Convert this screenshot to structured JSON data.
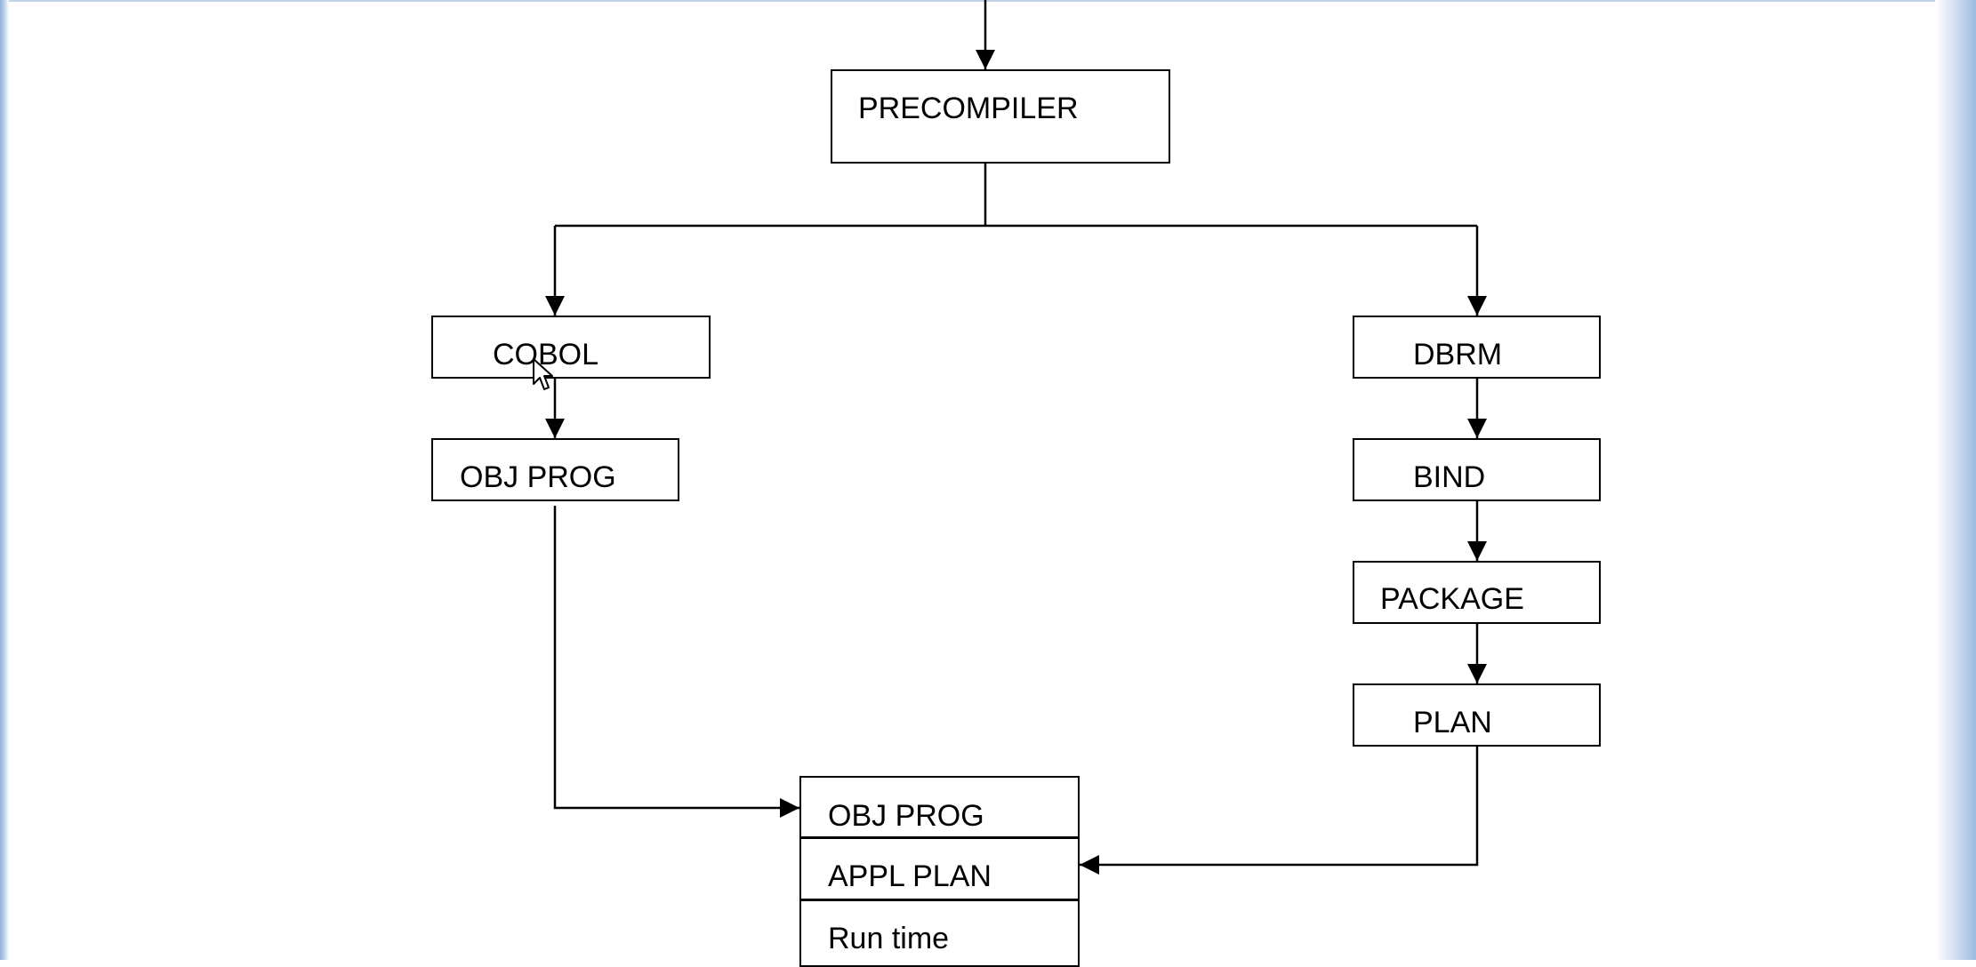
{
  "diagram": {
    "nodes": {
      "precompiler": "PRECOMPILER",
      "cobol": "COBOL",
      "obj_prog_left": "OBJ PROG",
      "dbrm": "DBRM",
      "bind": "BIND",
      "package": "PACKAGE",
      "plan": "PLAN"
    },
    "runtime_stack": {
      "rows": [
        "OBJ PROG",
        "APPL PLAN",
        "Run time"
      ]
    }
  },
  "colors": {
    "stroke": "#000000",
    "background": "#ffffff"
  }
}
